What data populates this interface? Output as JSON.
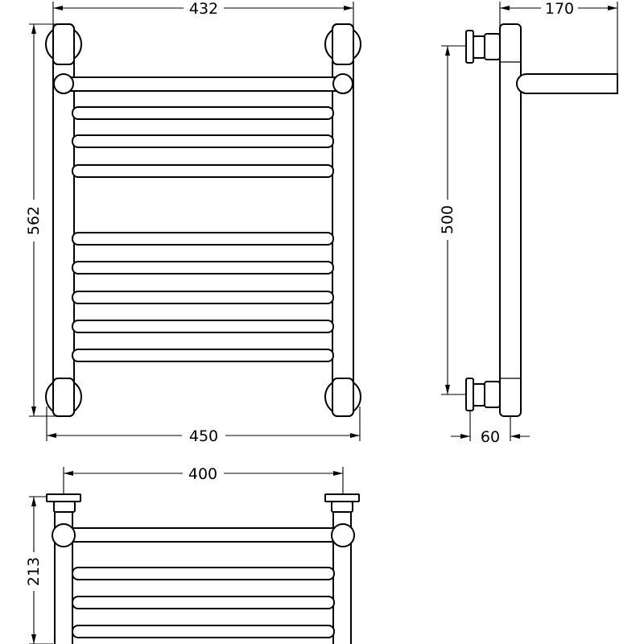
{
  "dimensions": {
    "top_width": "432",
    "bottom_width": "450",
    "left_height": "562",
    "side_depth": "170",
    "side_center_height": "500",
    "side_offset": "60",
    "plan_width": "400",
    "plan_depth": "213"
  }
}
